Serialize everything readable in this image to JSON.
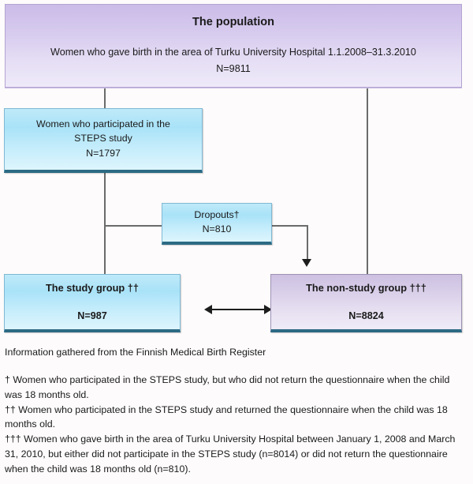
{
  "flowchart": {
    "population": {
      "title": "The population",
      "description": "Women who gave birth in the area of Turku University Hospital 1.1.2008–31.3.2010",
      "n": "N=9811",
      "color": "#ccbbe8"
    },
    "steps": {
      "line1": "Women who participated in the",
      "line2": "STEPS study",
      "n": "N=1797",
      "color": "#a9e2f8"
    },
    "dropouts": {
      "label": "Dropouts†",
      "n": "N=810",
      "color": "#a9e2f8"
    },
    "study_group": {
      "title": "The study group ††",
      "n": "N=987",
      "color": "#a9e2f8"
    },
    "non_study_group": {
      "title": "The non-study group †††",
      "n": "N=8824",
      "color": "#cdc0e1"
    }
  },
  "notes": {
    "source": "Information gathered from the Finnish Medical Birth Register",
    "footnotes": [
      "† Women who participated in the STEPS study, but who did not return the questionnaire when the child was 18 months old.",
      "†† Women who participated in the STEPS study and returned the questionnaire when the child was 18 months old.",
      "††† Women who gave birth in the area of Turku University Hospital between January 1, 2008 and March 31, 2010, but either did not participate in the STEPS study (n=8014) or did not return the questionnaire when the child was 18 months old (n=810)."
    ]
  }
}
